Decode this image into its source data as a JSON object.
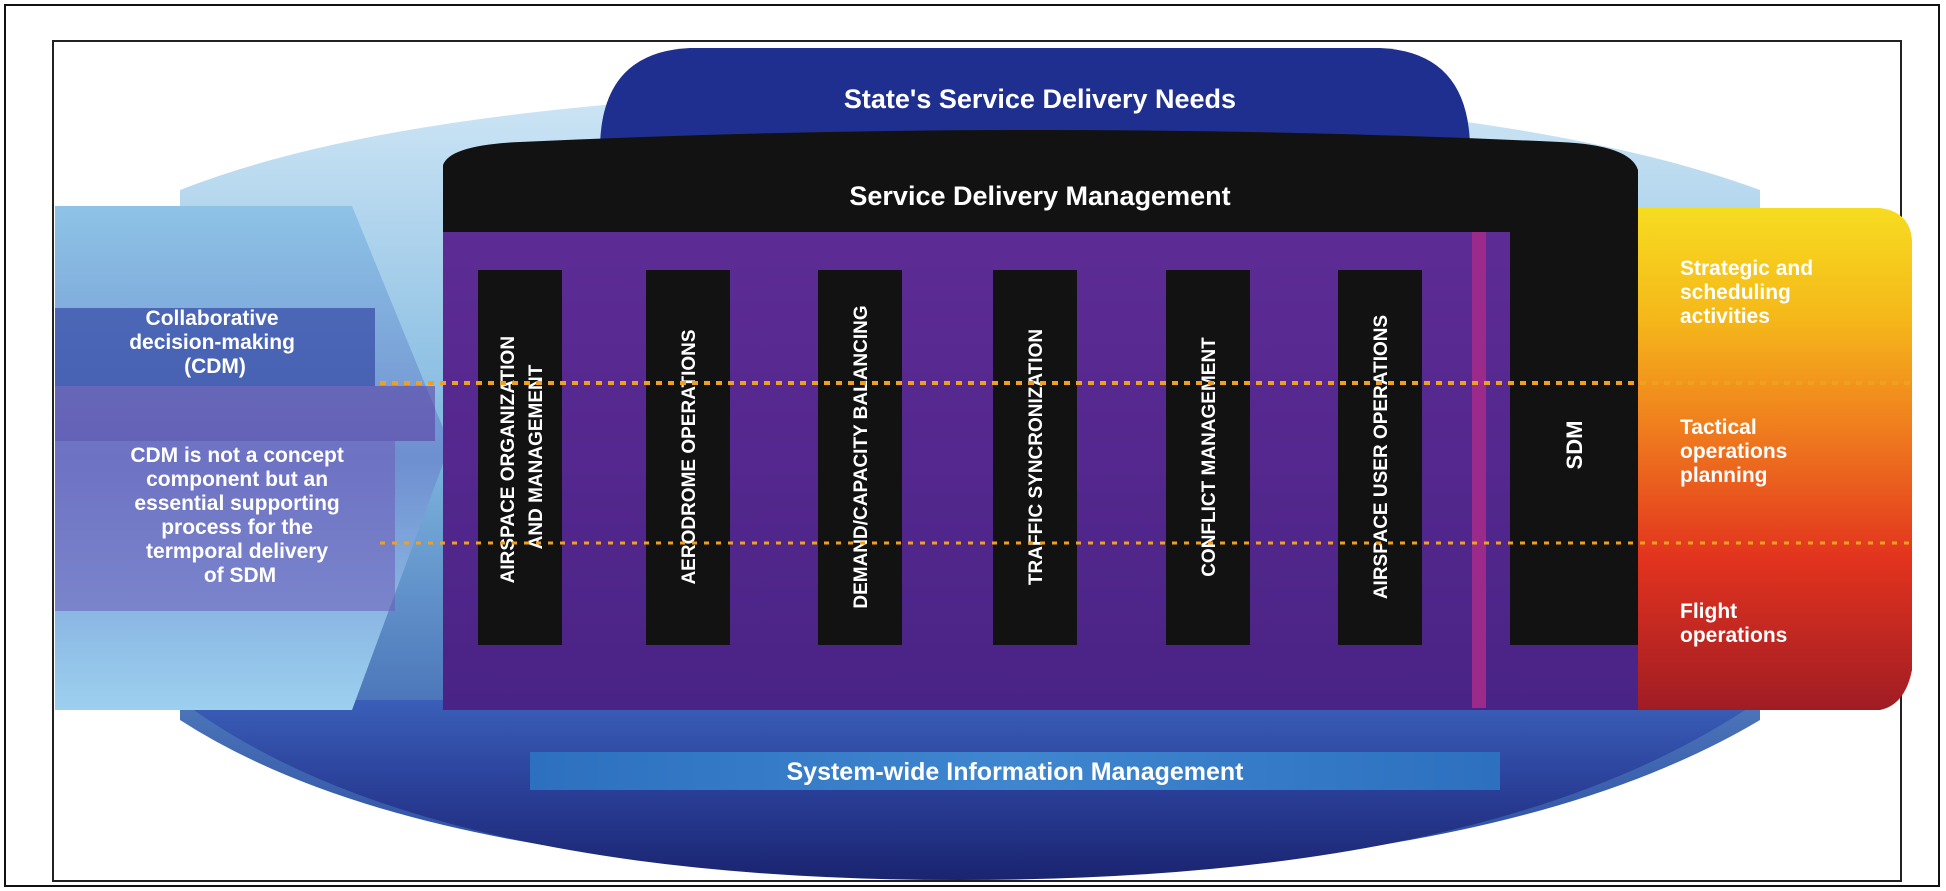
{
  "top_banner": "State's Service Delivery Needs",
  "sdm_header": "Service Delivery Management",
  "left_panel": {
    "title": [
      "Collaborative",
      "decision-making",
      "(CDM)"
    ],
    "note": [
      "CDM is not a concept",
      "component but an",
      "essential supporting",
      "process for the",
      "termporal delivery",
      "of SDM"
    ]
  },
  "pillars": [
    [
      "AIRSPACE ORGANIZATION",
      "AND MANAGEMENT"
    ],
    [
      "AERODROME OPERATIONS"
    ],
    [
      "DEMAND/CAPACITY BALANCING"
    ],
    [
      "TRAFFIC SYNCRONIZATION"
    ],
    [
      "CONFLICT MANAGEMENT"
    ],
    [
      "AIRSPACE USER OPERATIONS"
    ]
  ],
  "sdm_pillar": "SDM",
  "right_panel": [
    [
      "Strategic and",
      "scheduling",
      "activities"
    ],
    [
      "Tactical",
      "operations",
      "planning"
    ],
    [
      "Flight",
      "operations"
    ]
  ],
  "bottom_banner": "System-wide Information Management",
  "colors": {
    "navy": "#1f2f8f",
    "purple": "#5a2a8e",
    "black": "#121212",
    "sky": "#8fc6e8",
    "dotted": "#f0a020"
  }
}
